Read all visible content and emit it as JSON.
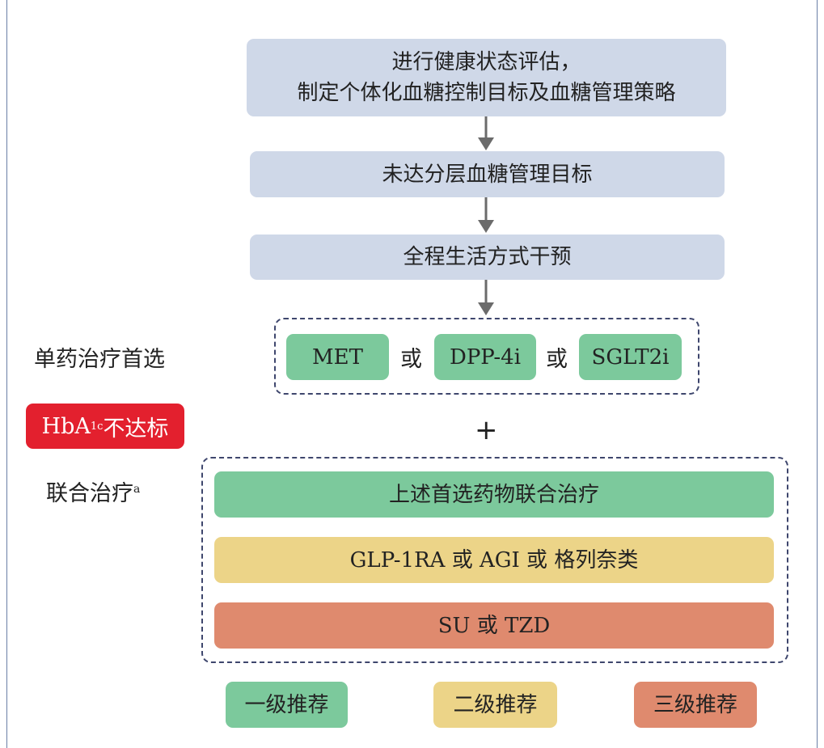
{
  "flow": {
    "step1_line1": "进行健康状态评估，",
    "step1_line2": "制定个体化血糖控制目标及血糖管理策略",
    "step2": "未达分层血糖管理目标",
    "step3": "全程生活方式干预"
  },
  "monotherapy": {
    "label": "单药治疗首选",
    "options": [
      "MET",
      "DPP-4i",
      "SGLT2i"
    ],
    "connector": "或"
  },
  "hba1c_badge": {
    "prefix": "HbA",
    "subscript": "1c",
    "suffix": "不达标"
  },
  "plus_sign": "+",
  "combination": {
    "label": "联合治疗",
    "superscript": "a",
    "rows": [
      "上述首选药物联合治疗",
      "GLP-1RA 或 AGI 或 格列奈类",
      "SU 或 TZD"
    ]
  },
  "legend": {
    "level1": "一级推荐",
    "level2": "二级推荐",
    "level3": "三级推荐"
  },
  "colors": {
    "step_box": "#cfd8e8",
    "level1": "#7cc99c",
    "level2": "#ecd488",
    "level3": "#df8a6e",
    "badge": "#e3202e",
    "dashed_border": "#3e466d",
    "arrow": "#6b6b6b"
  }
}
